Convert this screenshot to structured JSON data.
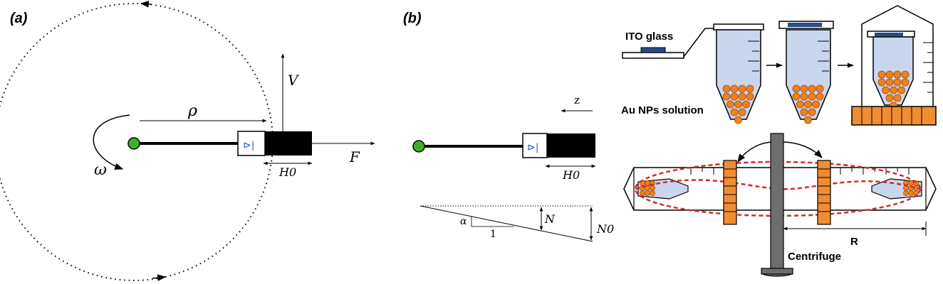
{
  "panel_a": {
    "label": "(a)",
    "rho": "ρ",
    "omega": "ω",
    "velocity": "V",
    "force": "F",
    "height": "H0",
    "diode_symbol": "⊳|"
  },
  "panel_b": {
    "label": "(b)",
    "z_axis": "z",
    "height": "H0",
    "alpha": "α",
    "slope_run": "1",
    "n_mark": "N",
    "n0_mark": "N0",
    "diode_symbol": "⊳|"
  },
  "panel_c": {
    "ito_glass": "ITO glass",
    "solution": "Au NPs solution",
    "radius": "R",
    "centrifuge": "Centrifuge"
  },
  "colors": {
    "pivot": "#3cb02a",
    "diode": "#2b58c9",
    "tube_fill": "#c9d6ee",
    "particles": "#f0821e",
    "dashed_orbit": "#d42a2a",
    "shaft": "#6e6e6e",
    "stand": "#f08c32"
  }
}
